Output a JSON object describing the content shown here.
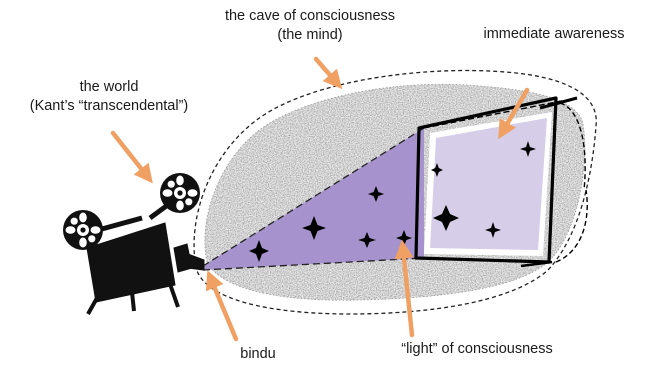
{
  "labels": {
    "cave": {
      "line1": "the cave of consciousness",
      "line2": "(the mind)"
    },
    "world": {
      "line1": "the world",
      "line2": "(Kant’s “transcendental”)"
    },
    "awareness": "immediate awareness",
    "bindu": "bindu",
    "light": "“light” of consciousness"
  },
  "colors": {
    "arrow": "#f0a062",
    "light_beam": "#a692cc",
    "screen": "#d6cde9",
    "projector": "#111111",
    "cave_texture": "#6e6e6e"
  },
  "icons": [
    "film-projector-icon",
    "star-icon"
  ]
}
